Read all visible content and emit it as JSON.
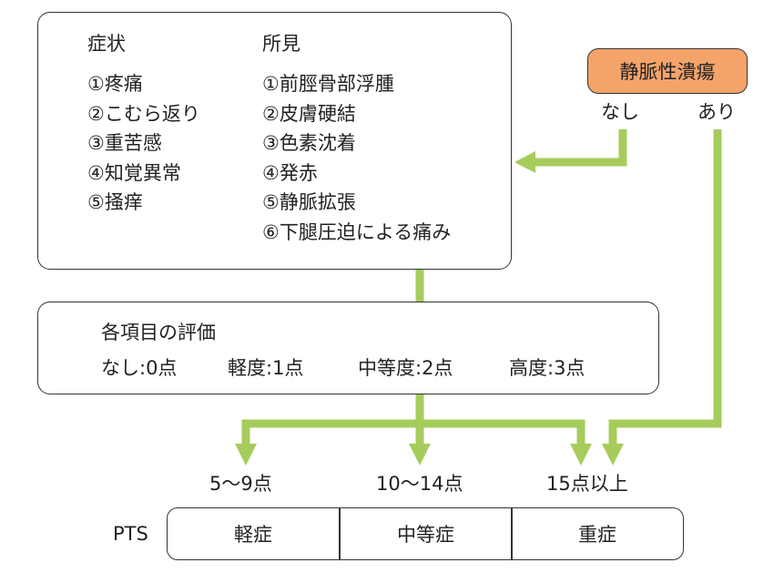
{
  "symptoms": {
    "heading": "症状",
    "items": [
      "①疼痛",
      "②こむら返り",
      "③重苦感",
      "④知覚異常",
      "⑤掻痒"
    ]
  },
  "findings": {
    "heading": "所見",
    "items": [
      "①前脛骨部浮腫",
      "②皮膚硬結",
      "③色素沈着",
      "④発赤",
      "⑤静脈拡張",
      "⑥下腿圧迫による痛み"
    ]
  },
  "ulcer": {
    "label": "静脈性潰瘍",
    "no": "なし",
    "yes": "あり",
    "color": "#f4a46a"
  },
  "evaluation": {
    "title": "各項目の評価",
    "grades": [
      "なし:0点",
      "軽度:1点",
      "中等度:2点",
      "高度:3点"
    ]
  },
  "scores": [
    "5〜9点",
    "10〜14点",
    "15点以上"
  ],
  "pts": {
    "label": "PTS",
    "levels": [
      "軽症",
      "中等症",
      "重症"
    ]
  },
  "arrow_color": "#a6cc5c"
}
